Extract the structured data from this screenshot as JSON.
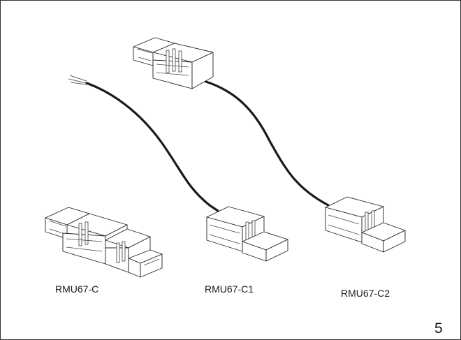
{
  "labels": {
    "rmu67_c": "RMU67-C",
    "rmu67_c1": "RMU67-C1",
    "rmu67_c2": "RMU67-C2"
  },
  "page_number": "5"
}
